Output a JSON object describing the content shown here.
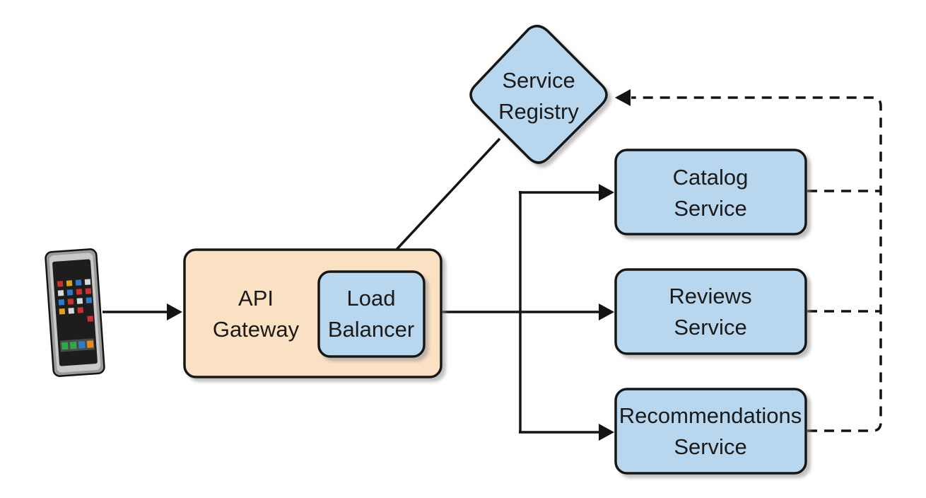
{
  "colors": {
    "service_fill": "#b8d7ee",
    "gateway_fill": "#fbe1c4",
    "stroke": "#141414",
    "shadow": "#9a9a9a"
  },
  "nodes": {
    "service_registry": {
      "line1": "Service",
      "line2": "Registry"
    },
    "api_gateway": {
      "line1": "API",
      "line2": "Gateway"
    },
    "load_balancer": {
      "line1": "Load",
      "line2": "Balancer"
    },
    "catalog_service": {
      "line1": "Catalog",
      "line2": "Service"
    },
    "reviews_service": {
      "line1": "Reviews",
      "line2": "Service"
    },
    "recommendations_service": {
      "line1": "Recommendations",
      "line2": "Service"
    }
  },
  "icons": {
    "client": "smartphone-icon"
  },
  "connections": [
    {
      "from": "smartphone",
      "to": "api_gateway",
      "style": "solid"
    },
    {
      "from": "service_registry",
      "to": "load_balancer",
      "style": "solid"
    },
    {
      "from": "load_balancer",
      "to": "catalog_service",
      "style": "solid"
    },
    {
      "from": "load_balancer",
      "to": "reviews_service",
      "style": "solid"
    },
    {
      "from": "load_balancer",
      "to": "recommendations_service",
      "style": "solid"
    },
    {
      "from": "catalog_service",
      "to": "service_registry",
      "style": "dashed"
    },
    {
      "from": "reviews_service",
      "to": "service_registry",
      "style": "dashed"
    },
    {
      "from": "recommendations_service",
      "to": "service_registry",
      "style": "dashed"
    }
  ]
}
